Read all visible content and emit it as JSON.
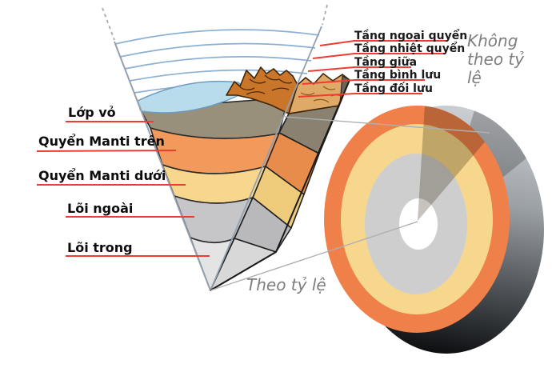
{
  "atmosphere": [
    {
      "label": "Tầng ngoại quyển"
    },
    {
      "label": "Tầng nhiệt quyển"
    },
    {
      "label": "Tầng giữa"
    },
    {
      "label": "Tầng bình lưu"
    },
    {
      "label": "Tầng đối lưu"
    }
  ],
  "earth_layers": [
    {
      "label": "Lớp vỏ"
    },
    {
      "label": "Quyển Manti trên"
    },
    {
      "label": "Quyển Manti dưới"
    },
    {
      "label": "Lõi ngoài"
    },
    {
      "label": "Lõi trong"
    }
  ],
  "notes": {
    "not_to_scale": "Không theo tỷ lệ",
    "to_scale": "Theo tỷ lệ"
  },
  "colors": {
    "leader_red": "#ee3b33",
    "atmosphere_arc": "#8cb0d2",
    "sea": "#b9dcec",
    "mountain": "#c9762a",
    "mountain_flank": "#dfa968",
    "crust": "#99907c",
    "mantle_upper": "#f2995c",
    "mantle_lower": "#f6d78d",
    "core_outer": "#c6c6c8",
    "core_inner": "#e4e4e4",
    "globe_mantle_ring": "#ef8049",
    "globe_lower_mantle_ring": "#f6d78d",
    "globe_outer_core": "#cecece",
    "globe_inner_core": "#ffffff"
  }
}
